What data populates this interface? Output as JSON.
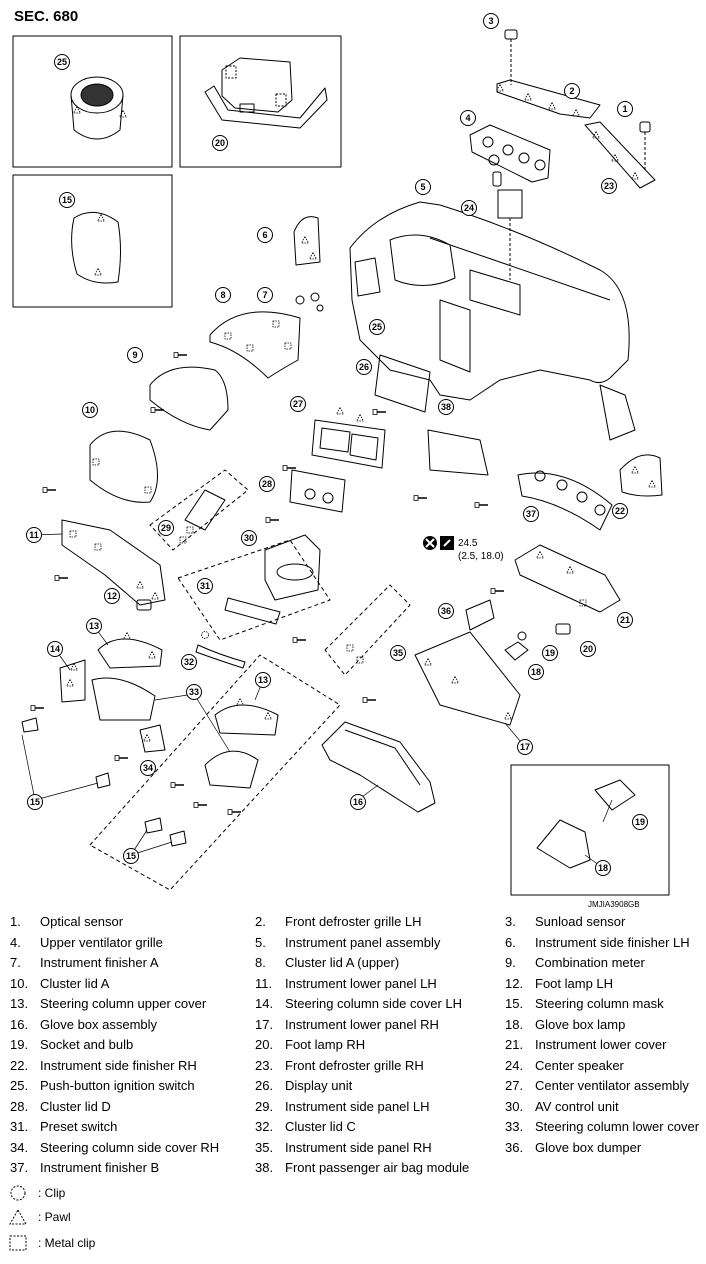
{
  "section": "SEC. 680",
  "figure_code": "JMJIA3908GB",
  "torque": {
    "value": "24.5",
    "alt": "(2.5, 18.0)"
  },
  "callouts": [
    "1",
    "2",
    "3",
    "4",
    "5",
    "6",
    "7",
    "8",
    "9",
    "10",
    "11",
    "12",
    "13",
    "14",
    "15",
    "16",
    "17",
    "18",
    "19",
    "20",
    "21",
    "22",
    "23",
    "24",
    "25",
    "26",
    "27",
    "28",
    "29",
    "30",
    "31",
    "32",
    "33",
    "34",
    "35",
    "36",
    "37",
    "38"
  ],
  "legend": [
    {
      "num": "1.",
      "label": "Optical sensor"
    },
    {
      "num": "2.",
      "label": "Front defroster grille LH"
    },
    {
      "num": "3.",
      "label": "Sunload sensor"
    },
    {
      "num": "4.",
      "label": "Upper ventilator grille"
    },
    {
      "num": "5.",
      "label": "Instrument panel assembly"
    },
    {
      "num": "6.",
      "label": "Instrument side finisher LH"
    },
    {
      "num": "7.",
      "label": "Instrument finisher A"
    },
    {
      "num": "8.",
      "label": "Cluster lid A (upper)"
    },
    {
      "num": "9.",
      "label": "Combination meter"
    },
    {
      "num": "10.",
      "label": "Cluster lid A"
    },
    {
      "num": "11.",
      "label": "Instrument lower panel LH"
    },
    {
      "num": "12.",
      "label": "Foot lamp LH"
    },
    {
      "num": "13.",
      "label": "Steering column upper cover"
    },
    {
      "num": "14.",
      "label": "Steering column side cover LH"
    },
    {
      "num": "15.",
      "label": "Steering column mask"
    },
    {
      "num": "16.",
      "label": "Glove box assembly"
    },
    {
      "num": "17.",
      "label": "Instrument lower panel RH"
    },
    {
      "num": "18.",
      "label": "Glove box lamp"
    },
    {
      "num": "19.",
      "label": "Socket and bulb"
    },
    {
      "num": "20.",
      "label": "Foot lamp RH"
    },
    {
      "num": "21.",
      "label": "Instrument lower cover"
    },
    {
      "num": "22.",
      "label": "Instrument side finisher RH"
    },
    {
      "num": "23.",
      "label": "Front defroster grille RH"
    },
    {
      "num": "24.",
      "label": "Center speaker"
    },
    {
      "num": "25.",
      "label": "Push-button ignition switch"
    },
    {
      "num": "26.",
      "label": "Display unit"
    },
    {
      "num": "27.",
      "label": "Center ventilator assembly"
    },
    {
      "num": "28.",
      "label": "Cluster lid D"
    },
    {
      "num": "29.",
      "label": "Instrument side panel LH"
    },
    {
      "num": "30.",
      "label": "AV control unit"
    },
    {
      "num": "31.",
      "label": "Preset switch"
    },
    {
      "num": "32.",
      "label": "Cluster lid C"
    },
    {
      "num": "33.",
      "label": "Steering column lower cover"
    },
    {
      "num": "34.",
      "label": "Steering column side cover RH"
    },
    {
      "num": "35.",
      "label": "Instrument side panel RH"
    },
    {
      "num": "36.",
      "label": "Glove box dumper"
    },
    {
      "num": "37.",
      "label": "Instrument finisher B"
    },
    {
      "num": "38.",
      "label": "Front passenger air bag module"
    }
  ],
  "symbols": [
    {
      "icon": "clip-icon",
      "label": ": Clip"
    },
    {
      "icon": "pawl-icon",
      "label": ": Pawl"
    },
    {
      "icon": "metal-clip-icon",
      "label": ": Metal clip"
    }
  ]
}
